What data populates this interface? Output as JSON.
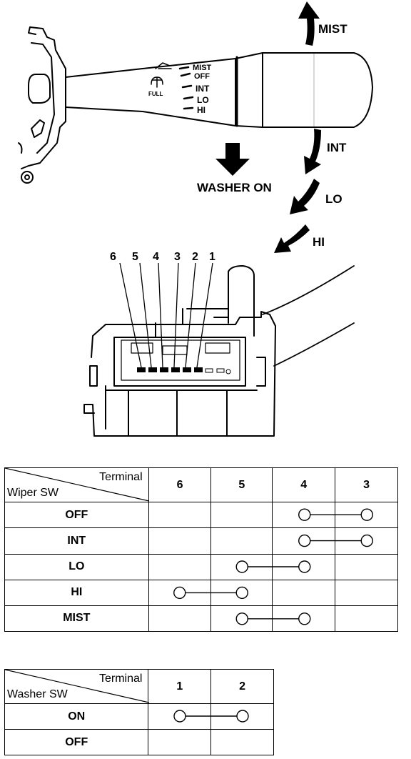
{
  "illustration": {
    "lever_positions": [
      "MIST",
      "OFF",
      "INT",
      "LO",
      "HI"
    ],
    "lever_full_label": "FULL",
    "arrow_mist": "MIST",
    "arrow_int": "INT",
    "arrow_lo": "LO",
    "arrow_hi": "HI",
    "arrow_washer": "WASHER ON",
    "connector_terminals": [
      "6",
      "5",
      "4",
      "3",
      "2",
      "1"
    ]
  },
  "wiper_table": {
    "header_top": "Terminal",
    "header_left": "Wiper SW",
    "columns": [
      "6",
      "5",
      "4",
      "3"
    ],
    "rows": [
      {
        "label": "OFF",
        "connected": [
          "4",
          "3"
        ]
      },
      {
        "label": "INT",
        "connected": [
          "4",
          "3"
        ]
      },
      {
        "label": "LO",
        "connected": [
          "5",
          "4"
        ]
      },
      {
        "label": "HI",
        "connected": [
          "6",
          "5"
        ]
      },
      {
        "label": "MIST",
        "connected": [
          "5",
          "4"
        ]
      }
    ]
  },
  "washer_table": {
    "header_top": "Terminal",
    "header_left": "Washer SW",
    "columns": [
      "1",
      "2"
    ],
    "rows": [
      {
        "label": "ON",
        "connected": [
          "1",
          "2"
        ]
      },
      {
        "label": "OFF",
        "connected": []
      }
    ]
  }
}
